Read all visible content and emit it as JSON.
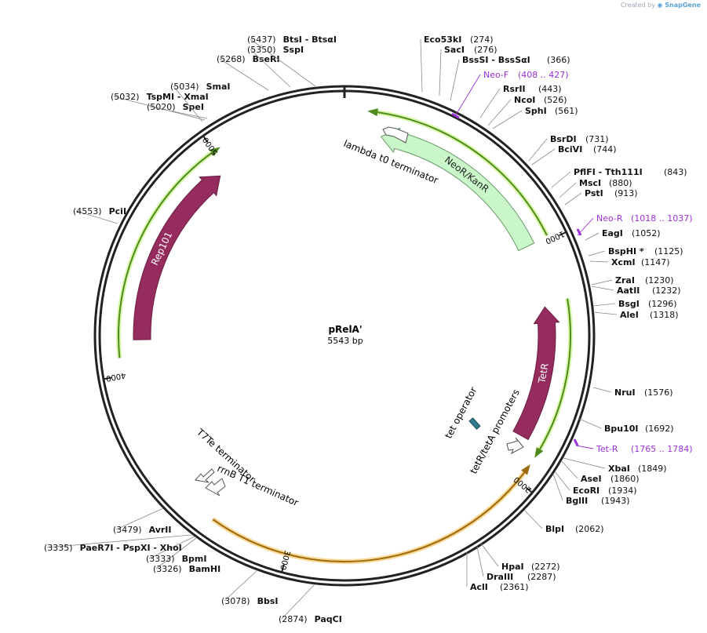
{
  "credit": {
    "prefix": "Created by",
    "brand": "SnapGene"
  },
  "plasmid": {
    "name": "pRelA'",
    "size_label": "5543 bp",
    "length": 5543
  },
  "ticks": [
    {
      "bp": 1000,
      "label": "1000"
    },
    {
      "bp": 2000,
      "label": "2000"
    },
    {
      "bp": 3000,
      "label": "3000"
    },
    {
      "bp": 4000,
      "label": "4000"
    },
    {
      "bp": 5000,
      "label": "5000"
    }
  ],
  "features": [
    {
      "name": "NeoR/KanR",
      "start": 160,
      "end": 985,
      "direction": "ccw",
      "color": "#c9f7c9",
      "stroke": "#6a9a6a",
      "ring": "inner"
    },
    {
      "name": "TetR",
      "start": 1260,
      "end": 1840,
      "direction": "ccw",
      "color": "#962c5e",
      "stroke": "#6b1f43",
      "ring": "inner"
    },
    {
      "name": "Rep101",
      "start": 4140,
      "end": 4960,
      "direction": "cw",
      "color": "#962c5e",
      "stroke": "#6b1f43",
      "ring": "inner"
    }
  ],
  "arcs": [
    {
      "start": 130,
      "end": 980,
      "color": "#4f8a1e",
      "glow": "#d8f6a8",
      "direction": "ccw"
    },
    {
      "start": 1240,
      "end": 1850,
      "color": "#4f8a1e",
      "glow": "#d8f6a8",
      "direction": "cw"
    },
    {
      "start": 4070,
      "end": 4990,
      "color": "#4f8a1e",
      "glow": "#d8f6a8",
      "direction": "cw"
    },
    {
      "start": 1960,
      "end": 3320,
      "color": "#9a6a10",
      "glow": "#f8d690",
      "direction": "ccw"
    }
  ],
  "small_labels": [
    {
      "text": "lambda t0 terminator"
    },
    {
      "text": "tet operator"
    },
    {
      "text": "tetR/tetA promoters"
    },
    {
      "text": "T7Te terminator"
    },
    {
      "text": "rrnB T1 terminator"
    }
  ],
  "enzymes": [
    {
      "name": "Eco53kI",
      "pos": "(274)"
    },
    {
      "name": "SacI",
      "pos": "(276)"
    },
    {
      "name": "BssSI - BssSαI",
      "pos": "(366)"
    },
    {
      "name": "RsrII",
      "pos": "(443)"
    },
    {
      "name": "NcoI",
      "pos": "(526)"
    },
    {
      "name": "SphI",
      "pos": "(561)"
    },
    {
      "name": "BsrDI",
      "pos": "(731)"
    },
    {
      "name": "BciVI",
      "pos": "(744)"
    },
    {
      "name": "PflFI - Tth111I",
      "pos": "(843)"
    },
    {
      "name": "MscI",
      "pos": "(880)"
    },
    {
      "name": "PstI",
      "pos": "(913)"
    },
    {
      "name": "EagI",
      "pos": "(1052)"
    },
    {
      "name": "BspHI *",
      "pos": "(1125)"
    },
    {
      "name": "XcmI",
      "pos": "(1147)"
    },
    {
      "name": "ZraI",
      "pos": "(1230)"
    },
    {
      "name": "AatII",
      "pos": "(1232)"
    },
    {
      "name": "BsgI",
      "pos": "(1296)"
    },
    {
      "name": "AleI",
      "pos": "(1318)"
    },
    {
      "name": "NruI",
      "pos": "(1576)"
    },
    {
      "name": "Bpu10I",
      "pos": "(1692)"
    },
    {
      "name": "XbaI",
      "pos": "(1849)"
    },
    {
      "name": "AseI",
      "pos": "(1860)"
    },
    {
      "name": "EcoRI",
      "pos": "(1934)"
    },
    {
      "name": "BglII",
      "pos": "(1943)"
    },
    {
      "name": "BlpI",
      "pos": "(2062)"
    },
    {
      "name": "HpaI",
      "pos": "(2272)"
    },
    {
      "name": "DraIII",
      "pos": "(2287)"
    },
    {
      "name": "AclI",
      "pos": "(2361)"
    },
    {
      "name": "PaqCI",
      "pos": "(2874)"
    },
    {
      "name": "BbsI",
      "pos": "(3078)"
    },
    {
      "name": "BamHI",
      "pos": "(3326)"
    },
    {
      "name": "BpmI",
      "pos": "(3333)"
    },
    {
      "name": "PaeR7I - PspXI - XhoI",
      "pos": "(3335)"
    },
    {
      "name": "AvrII",
      "pos": "(3479)"
    },
    {
      "name": "PciI",
      "pos": "(4553)"
    },
    {
      "name": "SpeI",
      "pos": "(5020)"
    },
    {
      "name": "TspMI - XmaI",
      "pos": "(5032)"
    },
    {
      "name": "SmaI",
      "pos": "(5034)"
    },
    {
      "name": "BseRI",
      "pos": "(5268)"
    },
    {
      "name": "SspI",
      "pos": "(5350)"
    },
    {
      "name": "BtsI - BtsαI",
      "pos": "(5437)"
    }
  ],
  "primers": [
    {
      "name": "Neo-F",
      "range": "(408 .. 427)"
    },
    {
      "name": "Neo-R",
      "range": "(1018 .. 1037)"
    },
    {
      "name": "Tet-R",
      "range": "(1765 .. 1784)"
    }
  ]
}
